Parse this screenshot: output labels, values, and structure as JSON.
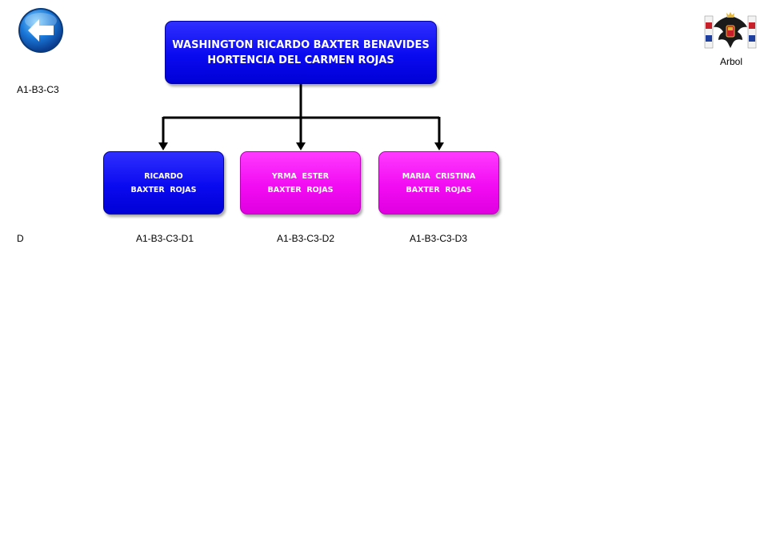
{
  "header": {
    "back_icon": "left-arrow-circle-icon",
    "emblem_icon": "coat-of-arms-icon",
    "emblem_label": "Arbol"
  },
  "labels": {
    "generation_code": "A1-B3-C3",
    "next_generation_code": "D"
  },
  "colors": {
    "blue": "#0a0af0",
    "magenta": "#f20cf2"
  },
  "tree": {
    "root": {
      "line1": "WASHINGTON RICARDO BAXTER BENAVIDES",
      "line2": "HORTENCIA DEL CARMEN ROJAS",
      "color": "blue"
    },
    "children": [
      {
        "line1": "RICARDO",
        "line2": "BAXTER  ROJAS",
        "color": "blue",
        "code": "A1-B3-C3-D1"
      },
      {
        "line1": "YRMA  ESTER",
        "line2": "BAXTER  ROJAS",
        "color": "magenta",
        "code": "A1-B3-C3-D2"
      },
      {
        "line1": "MARIA  CRISTINA",
        "line2": "BAXTER  ROJAS",
        "color": "magenta",
        "code": "A1-B3-C3-D3"
      }
    ]
  }
}
